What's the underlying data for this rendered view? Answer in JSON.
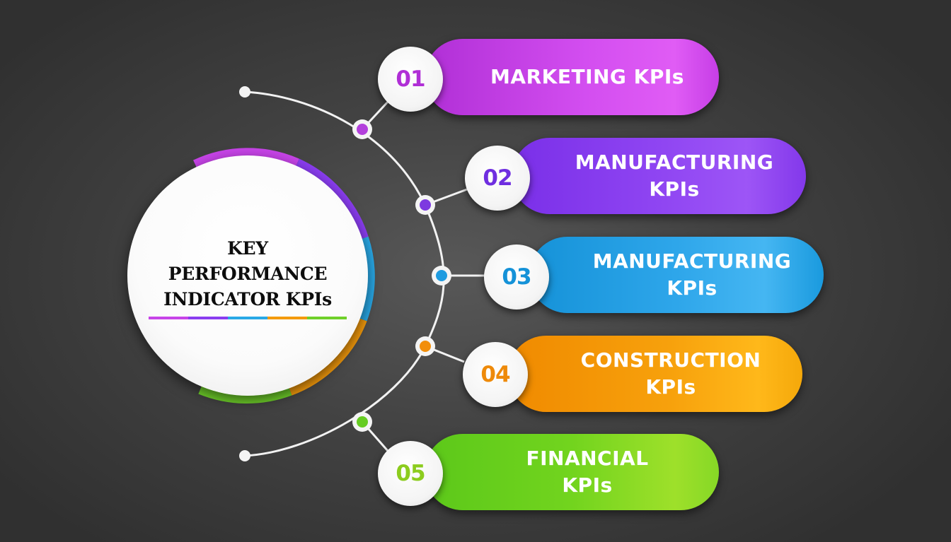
{
  "hub": {
    "title_lines": [
      "KEY",
      "PERFORMANCE",
      "INDICATOR KPIs"
    ],
    "ring_colors": [
      "#c744e8",
      "#8a3df0",
      "#29a8e6",
      "#f39a0c",
      "#6fd02a"
    ]
  },
  "steps": [
    {
      "number": "01",
      "line1": "MARKETING KPIs",
      "line2": "",
      "color": "#d34ef0",
      "color_dark": "#b02fd6",
      "node_color": "#b340dc"
    },
    {
      "number": "02",
      "line1": "MANUFACTURING",
      "line2": "KPIs",
      "color": "#8f45f2",
      "color_dark": "#7a2fe8",
      "node_color": "#7d3ae0"
    },
    {
      "number": "03",
      "line1": "MANUFACTURING",
      "line2": "KPIs",
      "color": "#2ea6ea",
      "color_dark": "#1592d8",
      "node_color": "#1e9be0"
    },
    {
      "number": "04",
      "line1": "CONSTRUCTION",
      "line2": "KPIs",
      "color": "#f7a10c",
      "color_dark": "#f08a00",
      "node_color": "#f28e0a"
    },
    {
      "number": "05",
      "line1": "FINANCIAL",
      "line2": "KPIs",
      "color": "#72d41e",
      "color_dark": "#5cc81a",
      "node_color": "#66cc22"
    }
  ]
}
